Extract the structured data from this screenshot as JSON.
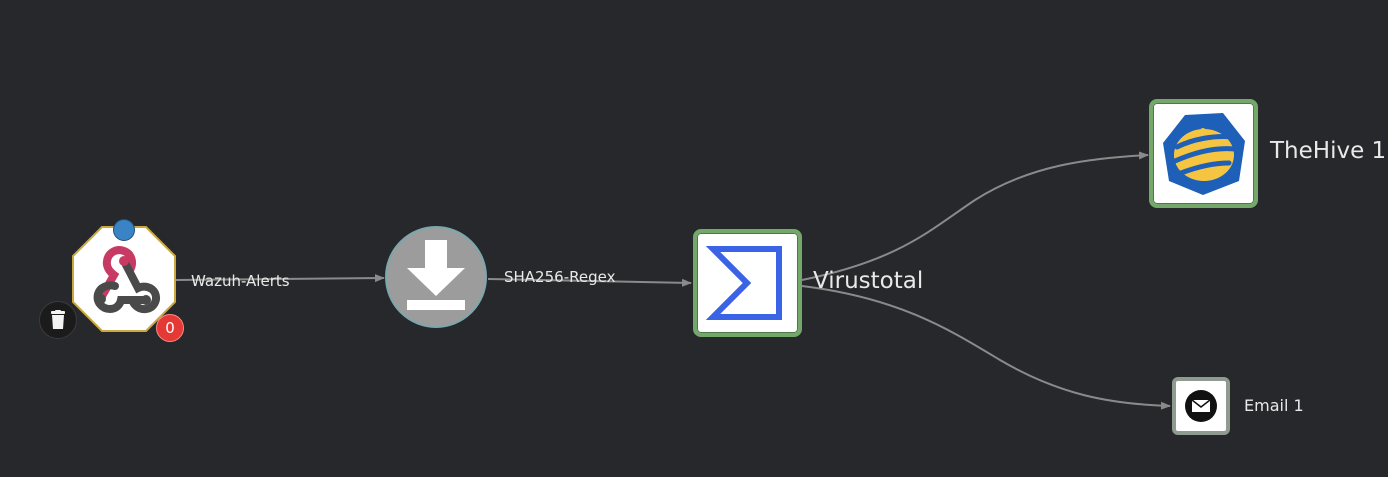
{
  "workflow": {
    "nodes": {
      "trigger": {
        "icon": "webhook-icon",
        "badge_count": "0",
        "status_color": "#3a84c6"
      },
      "regex_action": {
        "icon": "download-icon"
      },
      "virustotal": {
        "label": "Virustotal",
        "icon": "sigma-icon"
      },
      "thehive": {
        "label": "TheHive 1",
        "icon": "thehive-icon"
      },
      "email": {
        "label": "Email 1",
        "icon": "envelope-icon"
      }
    },
    "edges": {
      "wazuh_alerts": "Wazuh-Alerts",
      "sha256_regex": "SHA256-Regex"
    }
  },
  "colors": {
    "background": "#27282b",
    "node_border_active": "#74a86b",
    "badge": "#e53935",
    "edge": "#8a8a8a"
  }
}
